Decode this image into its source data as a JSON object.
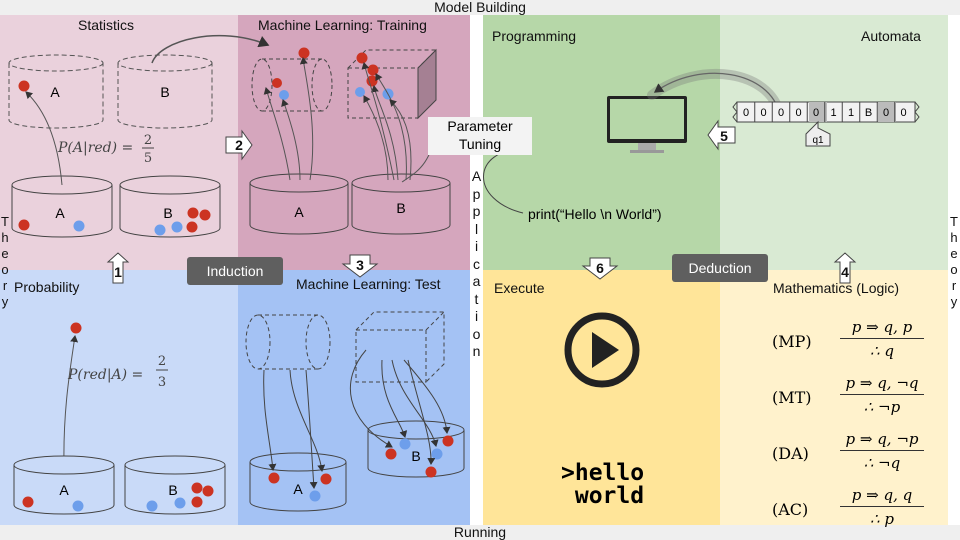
{
  "top_band": "Model Building",
  "bottom_band": "Running",
  "left_side": [
    "T",
    "h",
    "e",
    "o",
    "r",
    "y"
  ],
  "right_side": [
    "T",
    "h",
    "e",
    "o",
    "r",
    "y"
  ],
  "application_vertical": [
    "A",
    "p",
    "p",
    "l",
    "i",
    "c",
    "a",
    "t",
    "i",
    "o",
    "n"
  ],
  "panels": {
    "statistics": "Statistics",
    "ml_training": "Machine Learning: Training",
    "programming": "Programming",
    "automata": "Automata",
    "probability": "Probability",
    "ml_test": "Machine Learning: Test",
    "execute": "Execute",
    "mathematics": "Mathematics (Logic)"
  },
  "labels": {
    "induction": "Induction",
    "deduction": "Deduction",
    "parameter_tuning_1": "Parameter",
    "parameter_tuning_2": "Tuning",
    "print_code": "print(“Hello \\n World”)",
    "hello_1": ">hello",
    "hello_2": " world",
    "bucket_a": "A",
    "bucket_b": "B"
  },
  "formulas": {
    "stat": "P(A|red) = 2/5",
    "prob": "P(red|A) = 2/3",
    "stat_lhs": "P(A|red) =",
    "stat_num": "2",
    "stat_den": "5",
    "prob_lhs": "P(red|A) =",
    "prob_num": "2",
    "prob_den": "3"
  },
  "steps": [
    "1",
    "2",
    "3",
    "4",
    "5",
    "6"
  ],
  "tape": [
    "0",
    "0",
    "0",
    "0",
    "0",
    "1",
    "1",
    "B",
    "0",
    "0"
  ],
  "tape_state": "q1",
  "logic_rules": [
    {
      "name": "(MP)",
      "premise": "p ⇒ q, p",
      "conclusion": "∴ q"
    },
    {
      "name": "(MT)",
      "premise": "p ⇒ q, ¬q",
      "conclusion": "∴ ¬p"
    },
    {
      "name": "(DA)",
      "premise": "p ⇒ q, ¬p",
      "conclusion": "∴ ¬q"
    },
    {
      "name": "(AC)",
      "premise": "p ⇒ q, q",
      "conclusion": "∴ p"
    }
  ],
  "colors": {
    "pink": "#ead1dc",
    "mauve": "#d5a6bd",
    "green": "#b6d7a8",
    "light_green": "#d9ead3",
    "blue_light": "#c9daf8",
    "blue": "#a4c2f4",
    "yellow": "#ffe599",
    "cream": "#fff2cc",
    "red_ball": "#cc3322",
    "blue_ball": "#6d9eeb",
    "pill": "#5f5f5f"
  },
  "icons": [
    "play-icon",
    "monitor-icon",
    "cylinder-icon",
    "cube-icon",
    "block-arrow-icon"
  ]
}
